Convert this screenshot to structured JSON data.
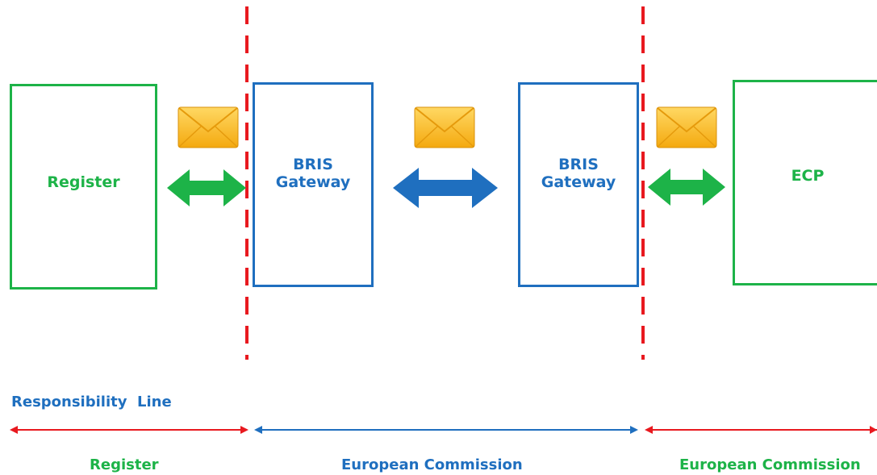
{
  "boxes": {
    "register": "Register",
    "gateway_left": "BRIS\nGateway",
    "gateway_right": "BRIS\nGateway",
    "ecp": "ECP"
  },
  "responsibility_line": "Responsibility  Line",
  "zones": {
    "register": "Register",
    "european_commission_1": "European Commission",
    "european_commission_2": "European Commission"
  },
  "colors": {
    "green": "#1db348",
    "blue": "#1f6fbf",
    "red": "#e8191f",
    "envelope": "#f5c02a"
  }
}
